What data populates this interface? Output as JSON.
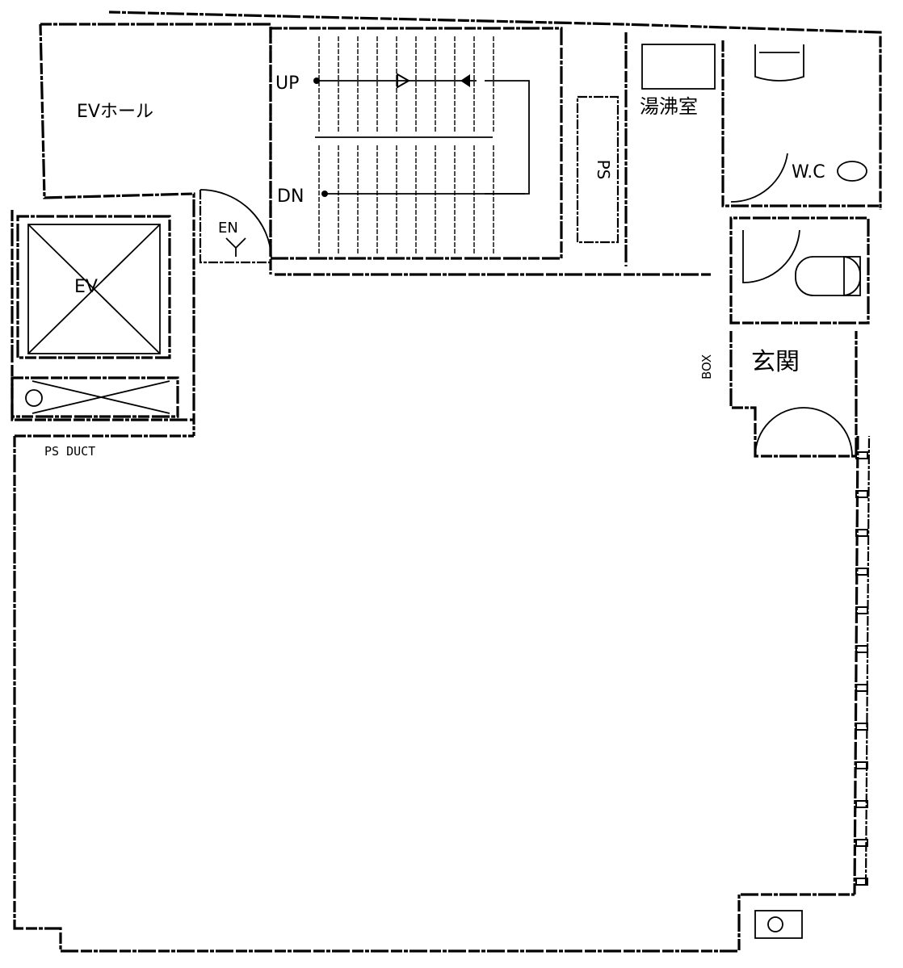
{
  "labels": {
    "ev_hall": "EVホール",
    "stair_up": "UP",
    "stair_down": "DN",
    "ps": "PS",
    "kitchen": "湯沸室",
    "wc": "W.C",
    "ev": "EV",
    "ent": "EN",
    "entrance": "玄関",
    "mail": "BOX",
    "duct": "PS DUCT"
  }
}
